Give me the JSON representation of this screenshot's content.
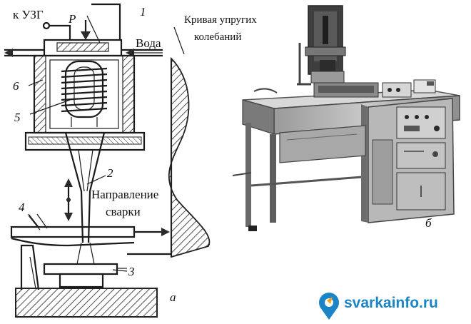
{
  "diagram": {
    "label_uzg": "к УЗГ",
    "label_p": "P",
    "label_n1": "1",
    "label_curve_line1": "Кривая упругих",
    "label_curve_line2": "колебаний",
    "label_voda": "Вода",
    "label_n6": "6",
    "label_n5": "5",
    "label_n2": "2",
    "label_direction_line1": "Направление",
    "label_direction_line2": "сварки",
    "label_n4": "4",
    "label_n3": "3",
    "label_a": "а"
  },
  "photo": {
    "label_b": "б"
  },
  "watermark": {
    "text": "svarkainfo.ru",
    "color": "#1a84c4"
  }
}
